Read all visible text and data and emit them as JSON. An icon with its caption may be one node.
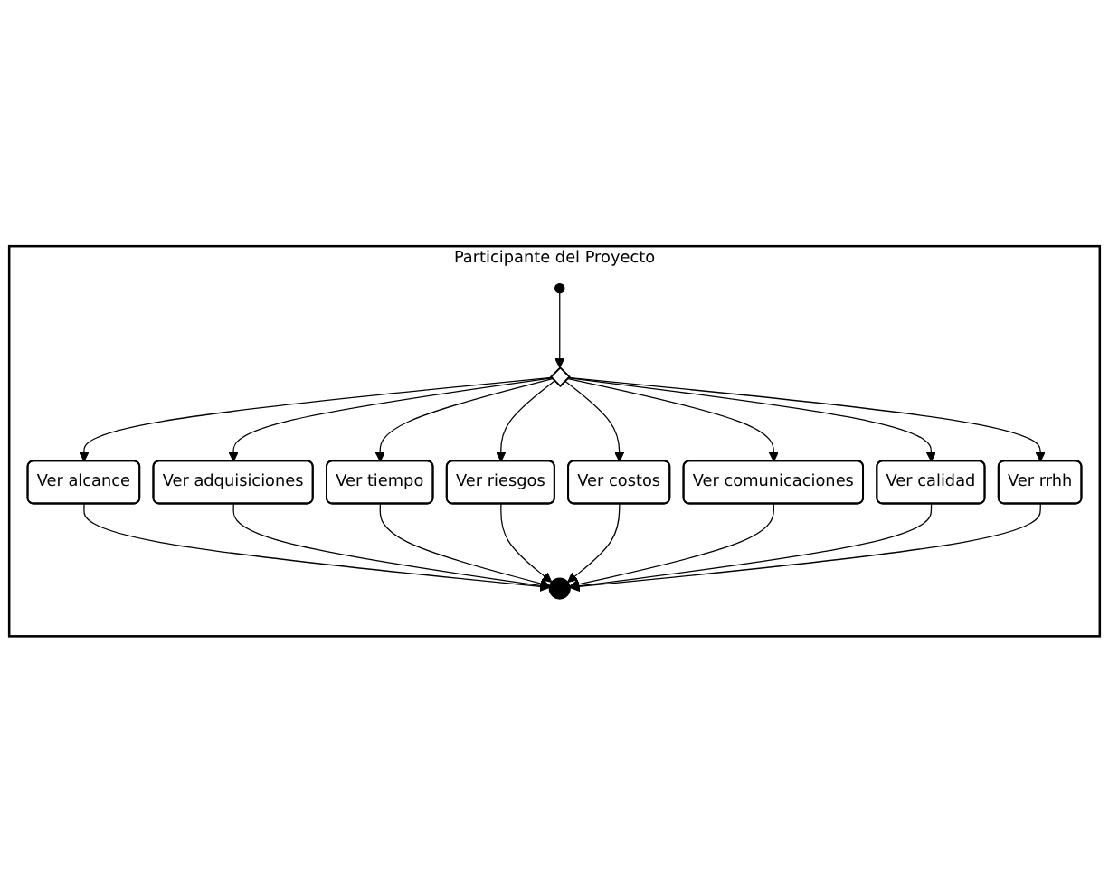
{
  "diagram": {
    "nodes": [
      {
        "text": [
          "Participante del Proyecto"
        ]
      },
      {
        "text": [],
        "shape": "circle",
        "in": 0
      },
      {
        "text": [],
        "shape": "diamond",
        "in": 0
      },
      {
        "text": [
          "Ver alcance"
        ],
        "in": 0
      },
      {
        "text": [
          "Ver adquisiciones"
        ],
        "in": 0
      },
      {
        "text": [
          "Ver tiempo"
        ],
        "in": 0
      },
      {
        "text": [
          "Ver riesgos"
        ],
        "in": 0
      },
      {
        "text": [
          "Ver costos"
        ],
        "in": 0
      },
      {
        "text": [
          "Ver comunicaciones"
        ],
        "in": 0
      },
      {
        "text": [
          "Ver calidad"
        ],
        "in": 0
      },
      {
        "text": [
          "Ver rrhh"
        ],
        "in": 0
      },
      {
        "text": [],
        "shape": "bullseye",
        "in": 0
      }
    ],
    "edges": [
      {
        "from": 1,
        "to": 2,
        "arrow": "to"
      },
      {
        "from": 2,
        "to": 3,
        "arrow": "to"
      },
      {
        "from": 2,
        "to": 4,
        "arrow": "to"
      },
      {
        "from": 2,
        "to": 5,
        "arrow": "to"
      },
      {
        "from": 2,
        "to": 6,
        "arrow": "to"
      },
      {
        "from": 2,
        "to": 7,
        "arrow": "to"
      },
      {
        "from": 2,
        "to": 8,
        "arrow": "to"
      },
      {
        "from": 2,
        "to": 9,
        "arrow": "to"
      },
      {
        "from": 2,
        "to": 10,
        "arrow": "to"
      },
      {
        "from": 3,
        "to": 11,
        "arrow": "to"
      },
      {
        "from": 4,
        "to": 11,
        "arrow": "to"
      },
      {
        "from": 5,
        "to": 11,
        "arrow": "to"
      },
      {
        "from": 6,
        "to": 11,
        "arrow": "to"
      },
      {
        "from": 7,
        "to": 11,
        "arrow": "to"
      },
      {
        "from": 8,
        "to": 11,
        "arrow": "to"
      },
      {
        "from": 9,
        "to": 11,
        "arrow": "to"
      },
      {
        "from": 10,
        "to": 11,
        "arrow": "to"
      }
    ]
  }
}
